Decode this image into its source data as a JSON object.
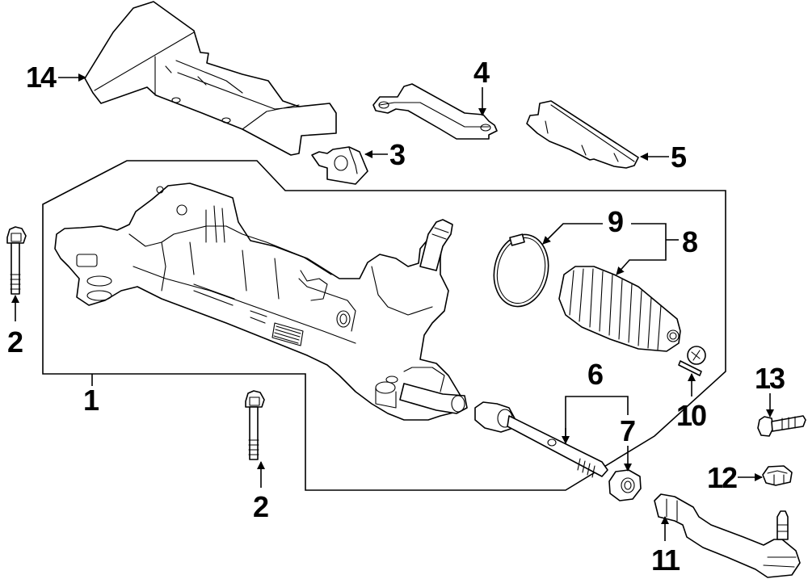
{
  "diagram": {
    "title": "Steering Gear & Linkage",
    "callouts": [
      {
        "id": "1",
        "label": "1",
        "part": "steering-gear-assembly"
      },
      {
        "id": "2a",
        "label": "2",
        "part": "mounting-bolt-upper"
      },
      {
        "id": "2b",
        "label": "2",
        "part": "mounting-bolt-lower"
      },
      {
        "id": "3",
        "label": "3",
        "part": "bracket-bushing"
      },
      {
        "id": "4",
        "label": "4",
        "part": "bracket"
      },
      {
        "id": "5",
        "label": "5",
        "part": "heat-shield"
      },
      {
        "id": "6",
        "label": "6",
        "part": "inner-tie-rod-kit"
      },
      {
        "id": "7",
        "label": "7",
        "part": "jam-nut"
      },
      {
        "id": "8",
        "label": "8",
        "part": "boot-kit"
      },
      {
        "id": "9",
        "label": "9",
        "part": "boot-clamp"
      },
      {
        "id": "10",
        "label": "10",
        "part": "boot-clamp-small"
      },
      {
        "id": "11",
        "label": "11",
        "part": "outer-tie-rod-end"
      },
      {
        "id": "12",
        "label": "12",
        "part": "nut"
      },
      {
        "id": "13",
        "label": "13",
        "part": "pinch-bolt"
      },
      {
        "id": "14",
        "label": "14",
        "part": "insulator-shield"
      }
    ],
    "colors": {
      "line": "#000000",
      "background": "#ffffff"
    }
  }
}
